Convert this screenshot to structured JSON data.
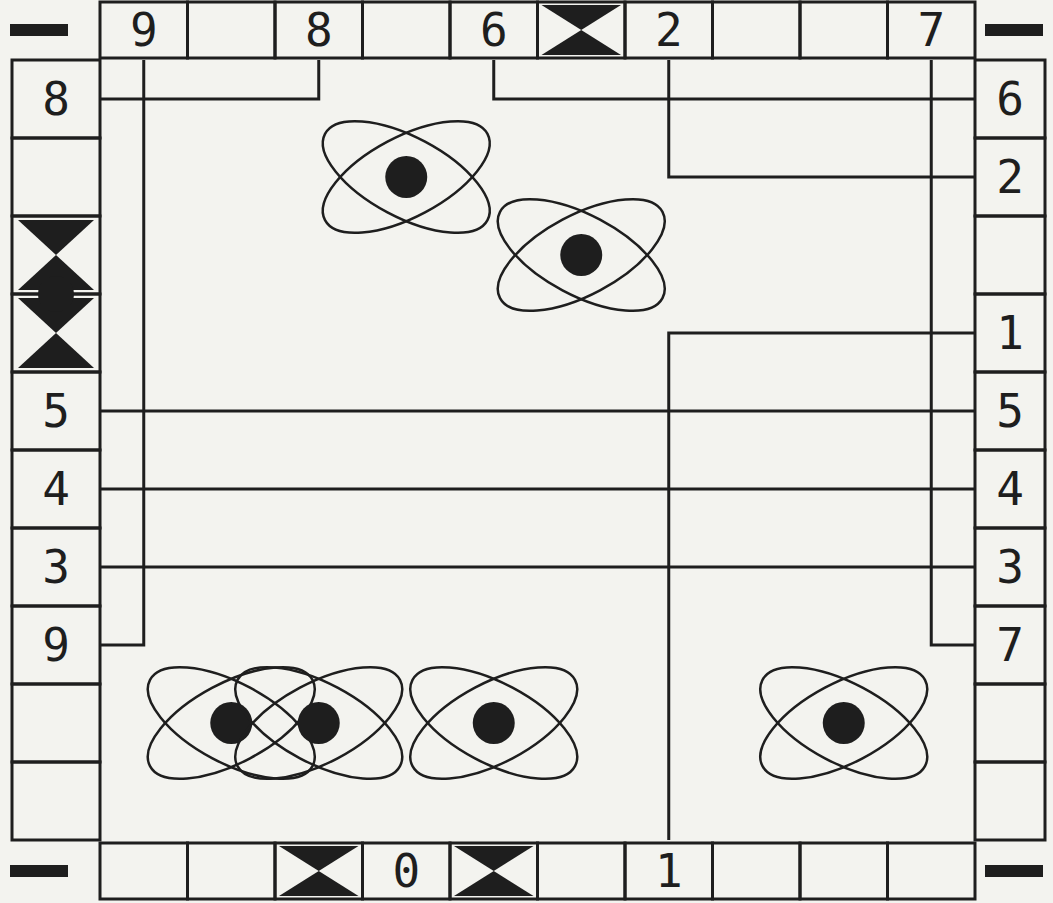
{
  "diagram": {
    "labels": [
      "9",
      "8",
      "6",
      "2",
      "7",
      "8",
      "6",
      "2",
      "1",
      "5",
      "5",
      "4",
      "4",
      "3",
      "3",
      "9",
      "7",
      "0",
      "1"
    ]
  }
}
